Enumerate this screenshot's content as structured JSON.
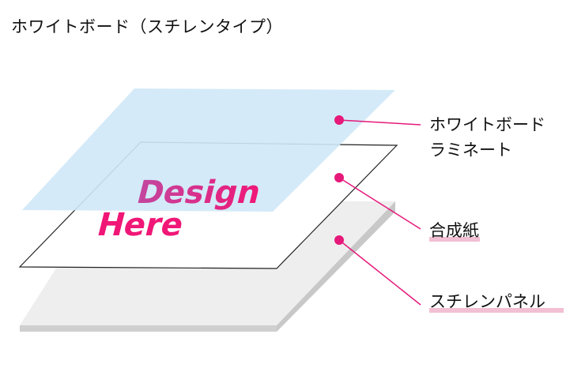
{
  "title": "ホワイトボード（スチレンタイプ）",
  "design_text": {
    "line1": "Design",
    "line2": "Here"
  },
  "layers": [
    {
      "lines": [
        "ホワイトボード",
        "ラミネート"
      ]
    },
    {
      "lines": [
        "合成紙"
      ]
    },
    {
      "lines": [
        "スチレンパネル"
      ]
    }
  ],
  "colors": {
    "laminate": "#cfe8f7",
    "panel_top": "#eeeeee",
    "panel_side": "#c8c8c8",
    "accent": "#e6197a",
    "design_gradient_start": "#c2479f",
    "design_gradient_end": "#f01777",
    "label_highlight": "#f2bfd3"
  }
}
